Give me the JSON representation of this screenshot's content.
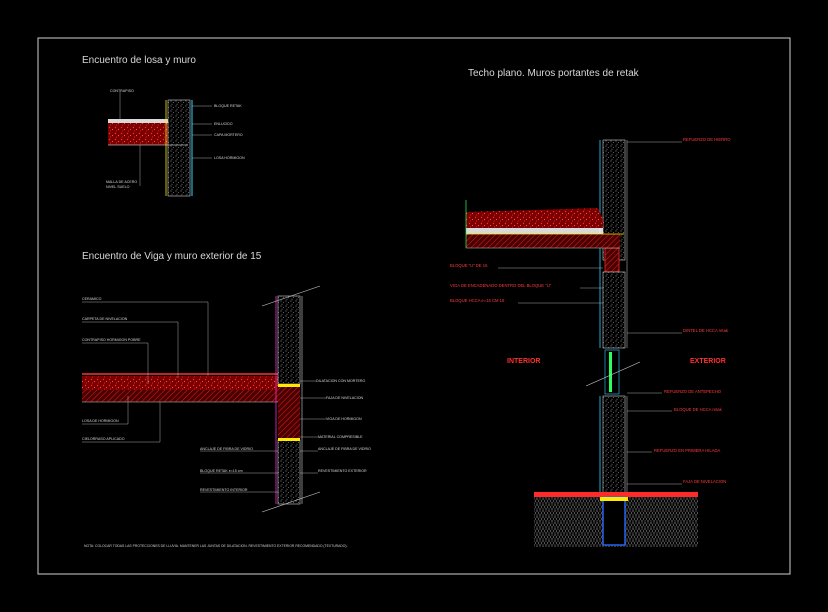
{
  "diagram": {
    "titles": {
      "slab_wall": "Encuentro de losa y muro",
      "roof": "Techo plano. Muros portantes de retak",
      "beam_wall": "Encuentro de Viga y muro exterior de 15"
    },
    "zones": {
      "interior": "INTERIOR",
      "exterior": "EXTERIOR"
    },
    "slab_wall_labels": {
      "top_left": "CONTRAPISO",
      "bottom_left": "MALLA DE ACERO",
      "bottom_left2": "NIVEL SUELO",
      "right": [
        "BLOQUE RETAK",
        "ENLUCIDO",
        "CAPA MORTERO",
        "LOSA HORMIGON"
      ]
    },
    "beam_wall_labels": {
      "left": [
        "CERAMICO",
        "CARPETA DE NIVELACION",
        "CONTRAPISO HORMIGON POBRE",
        "LOSA DE HORMIGON",
        "CIELORRASO APLICADO"
      ],
      "right_top": [
        "DILATACION CON MORTERO",
        "FAJA DE NIVELACION",
        "VIGA DE HORMIGON",
        "MATERIAL COMPRESIBLE"
      ],
      "center": [
        "ANCLAJE DE FIBRA DE VIDRIO",
        "BLOQUE RETAK e=15 cm",
        "REVESTIMIENTO INTERIOR"
      ],
      "right_bottom": [
        "ANCLAJE DE FIBRA DE VIDRIO",
        "REVESTIMIENTO EXTERIOR"
      ]
    },
    "roof_labels": {
      "left": [
        "BLOQUE \"U\" DE 15",
        "VIGA DE ENCADENADO DENTRO DEL BLOQUE \"U\"",
        "BLOQUE HCCA e=15 CM 15"
      ],
      "right": [
        "REFUERZO DE HIERRO",
        "DINTEL DE HCCA retak",
        "REFUERZO DE ANTEPECHO",
        "BLOQUE DE HCCA retak",
        "REFUERZO EN PRIMERA HILADA",
        "FAJA DE NIVELACION"
      ]
    },
    "note": "NOTA: COLOCAR TODAS LAS PROTECCIONES DE LLUVIA. MANTENER LAS JUNTAS DE DILATACION. REVESTIMIENTO EXTERIOR RECOMENDADO (TEXTURADO)."
  }
}
